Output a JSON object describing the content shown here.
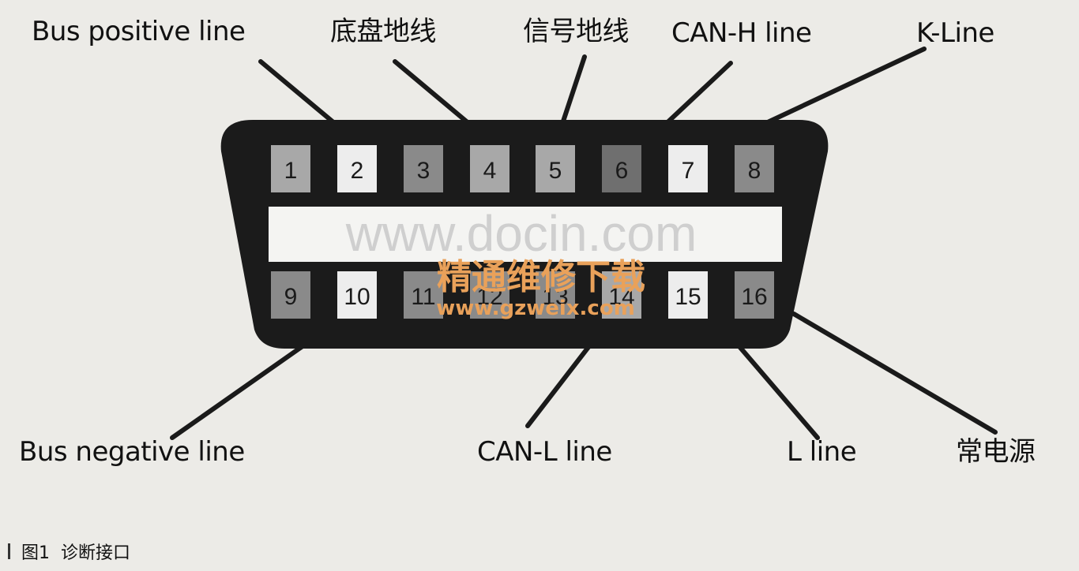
{
  "labels": {
    "bus_positive": "Bus positive  line",
    "chassis_ground": "底盘地线",
    "signal_ground": "信号地线",
    "can_h": "CAN-H line",
    "k_line": "K-Line",
    "bus_negative": "Bus negative  line",
    "can_l": "CAN-L line",
    "l_line": "L line",
    "battery": "常电源"
  },
  "pins_top": [
    "1",
    "2",
    "3",
    "4",
    "5",
    "6",
    "7",
    "8"
  ],
  "pins_bottom": [
    "9",
    "10",
    "11",
    "12",
    "13",
    "14",
    "15",
    "16"
  ],
  "watermark": {
    "docin": "www.docin.com",
    "cn": "精通维修下载",
    "url": "www.gzweix.com"
  },
  "caption": {
    "figure": "图1",
    "title": "诊断接口"
  },
  "colors": {
    "connector": "#1b1b1b",
    "pin_light": "#ededed",
    "pin_mid": "#a8a8a8",
    "pin_dark": "#8a8a8a",
    "watermark": "#e9a15a"
  }
}
